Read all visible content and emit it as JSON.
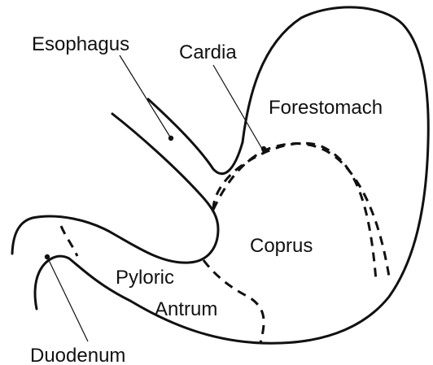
{
  "labels": {
    "esophagus": "Esophagus",
    "cardia": "Cardia",
    "forestomach": "Forestomach",
    "coprus": "Coprus",
    "pyloric": "Pyloric",
    "antrum": "Antrum",
    "duodenum": "Duodenum"
  },
  "colors": {
    "stroke": "#111111",
    "background": "#ffffff"
  }
}
